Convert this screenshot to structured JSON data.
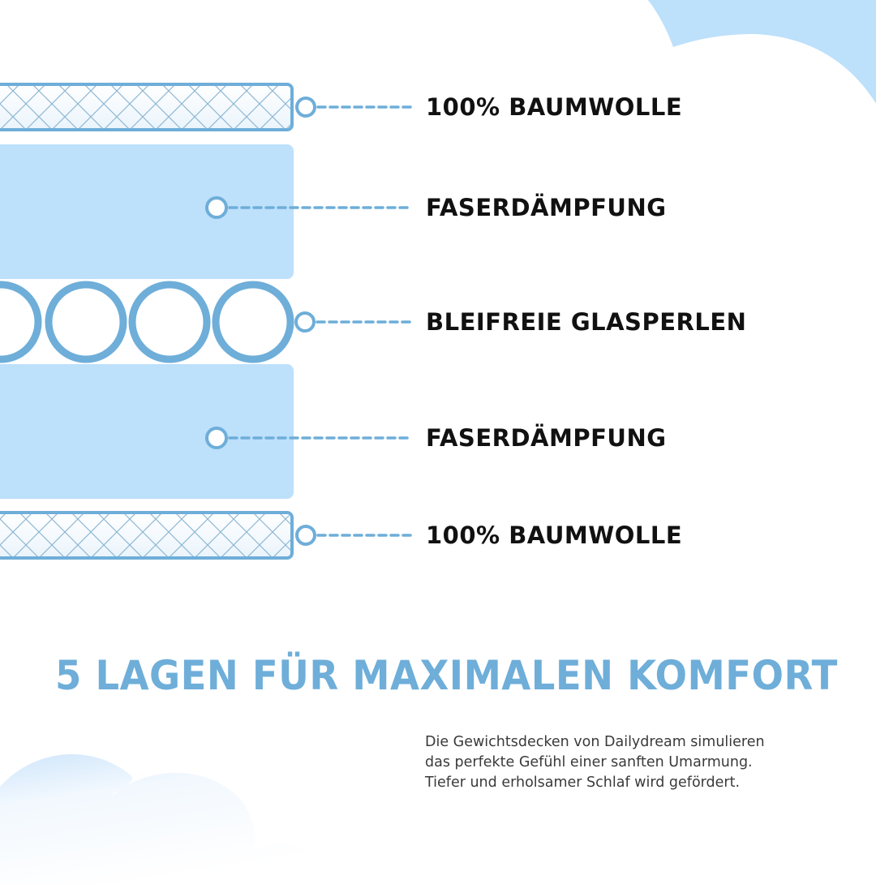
{
  "colors": {
    "accent_blue": "#6eaed9",
    "light_blue_fill": "#bde0fb",
    "label_text": "#111111",
    "body_text": "#3a3a3a",
    "background": "#ffffff"
  },
  "layers": [
    {
      "label": "100% BAUMWOLLE",
      "type": "cotton-quilted"
    },
    {
      "label": "FASERDÄMPFUNG",
      "type": "fiber-padding"
    },
    {
      "label": "BLEIFREIE GLASPERLEN",
      "type": "glass-beads"
    },
    {
      "label": "FASERDÄMPFUNG",
      "type": "fiber-padding"
    },
    {
      "label": "100% BAUMWOLLE",
      "type": "cotton-quilted"
    }
  ],
  "headline": "5 LAGEN FÜR MAXIMALEN KOMFORT",
  "description": {
    "lines": [
      "Die Gewichtsdecken von Dailydream simulieren",
      "das perfekte Gefühl einer sanften Umarmung.",
      "Tiefer und erholsamer Schlaf wird gefördert."
    ]
  }
}
